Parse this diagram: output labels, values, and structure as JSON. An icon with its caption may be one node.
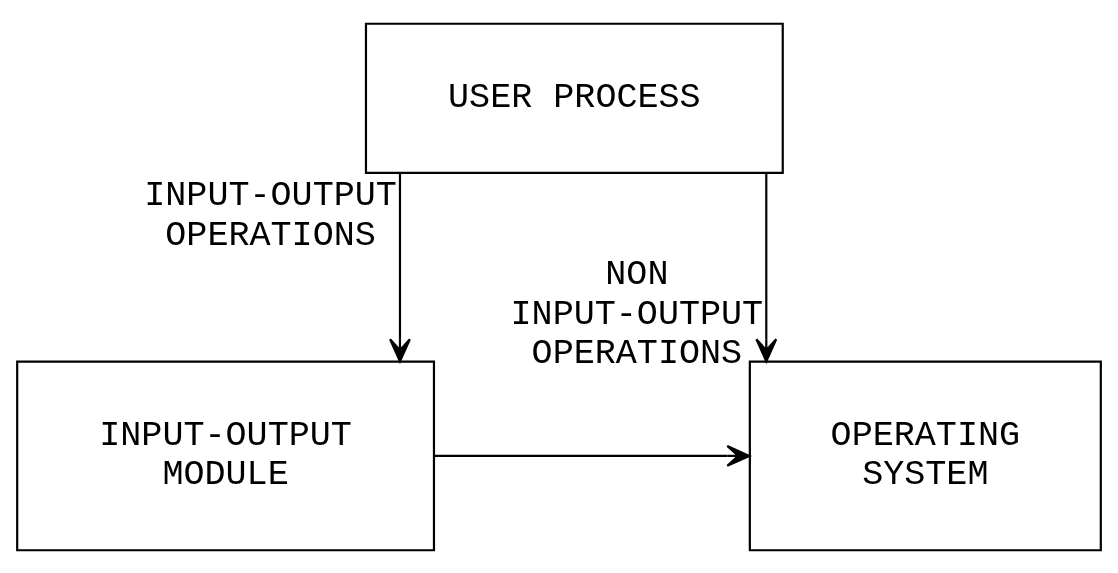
{
  "diagram": {
    "nodes": [
      {
        "text": [
          "USER PROCESS"
        ]
      },
      {
        "text": [
          "INPUT-OUTPUT MODULE"
        ]
      },
      {
        "text": [
          "OPERATING SYSTEM"
        ]
      }
    ],
    "edges": [
      {
        "from": 0,
        "to": 1,
        "arrow": "to",
        "label": "INPUT-OUTPUT OPERATIONS"
      },
      {
        "from": 0,
        "to": 2,
        "arrow": "to",
        "label": "NON INPUT-OUTPUT OPERATIONS"
      },
      {
        "from": 1,
        "to": 2,
        "arrow": "to"
      }
    ]
  }
}
